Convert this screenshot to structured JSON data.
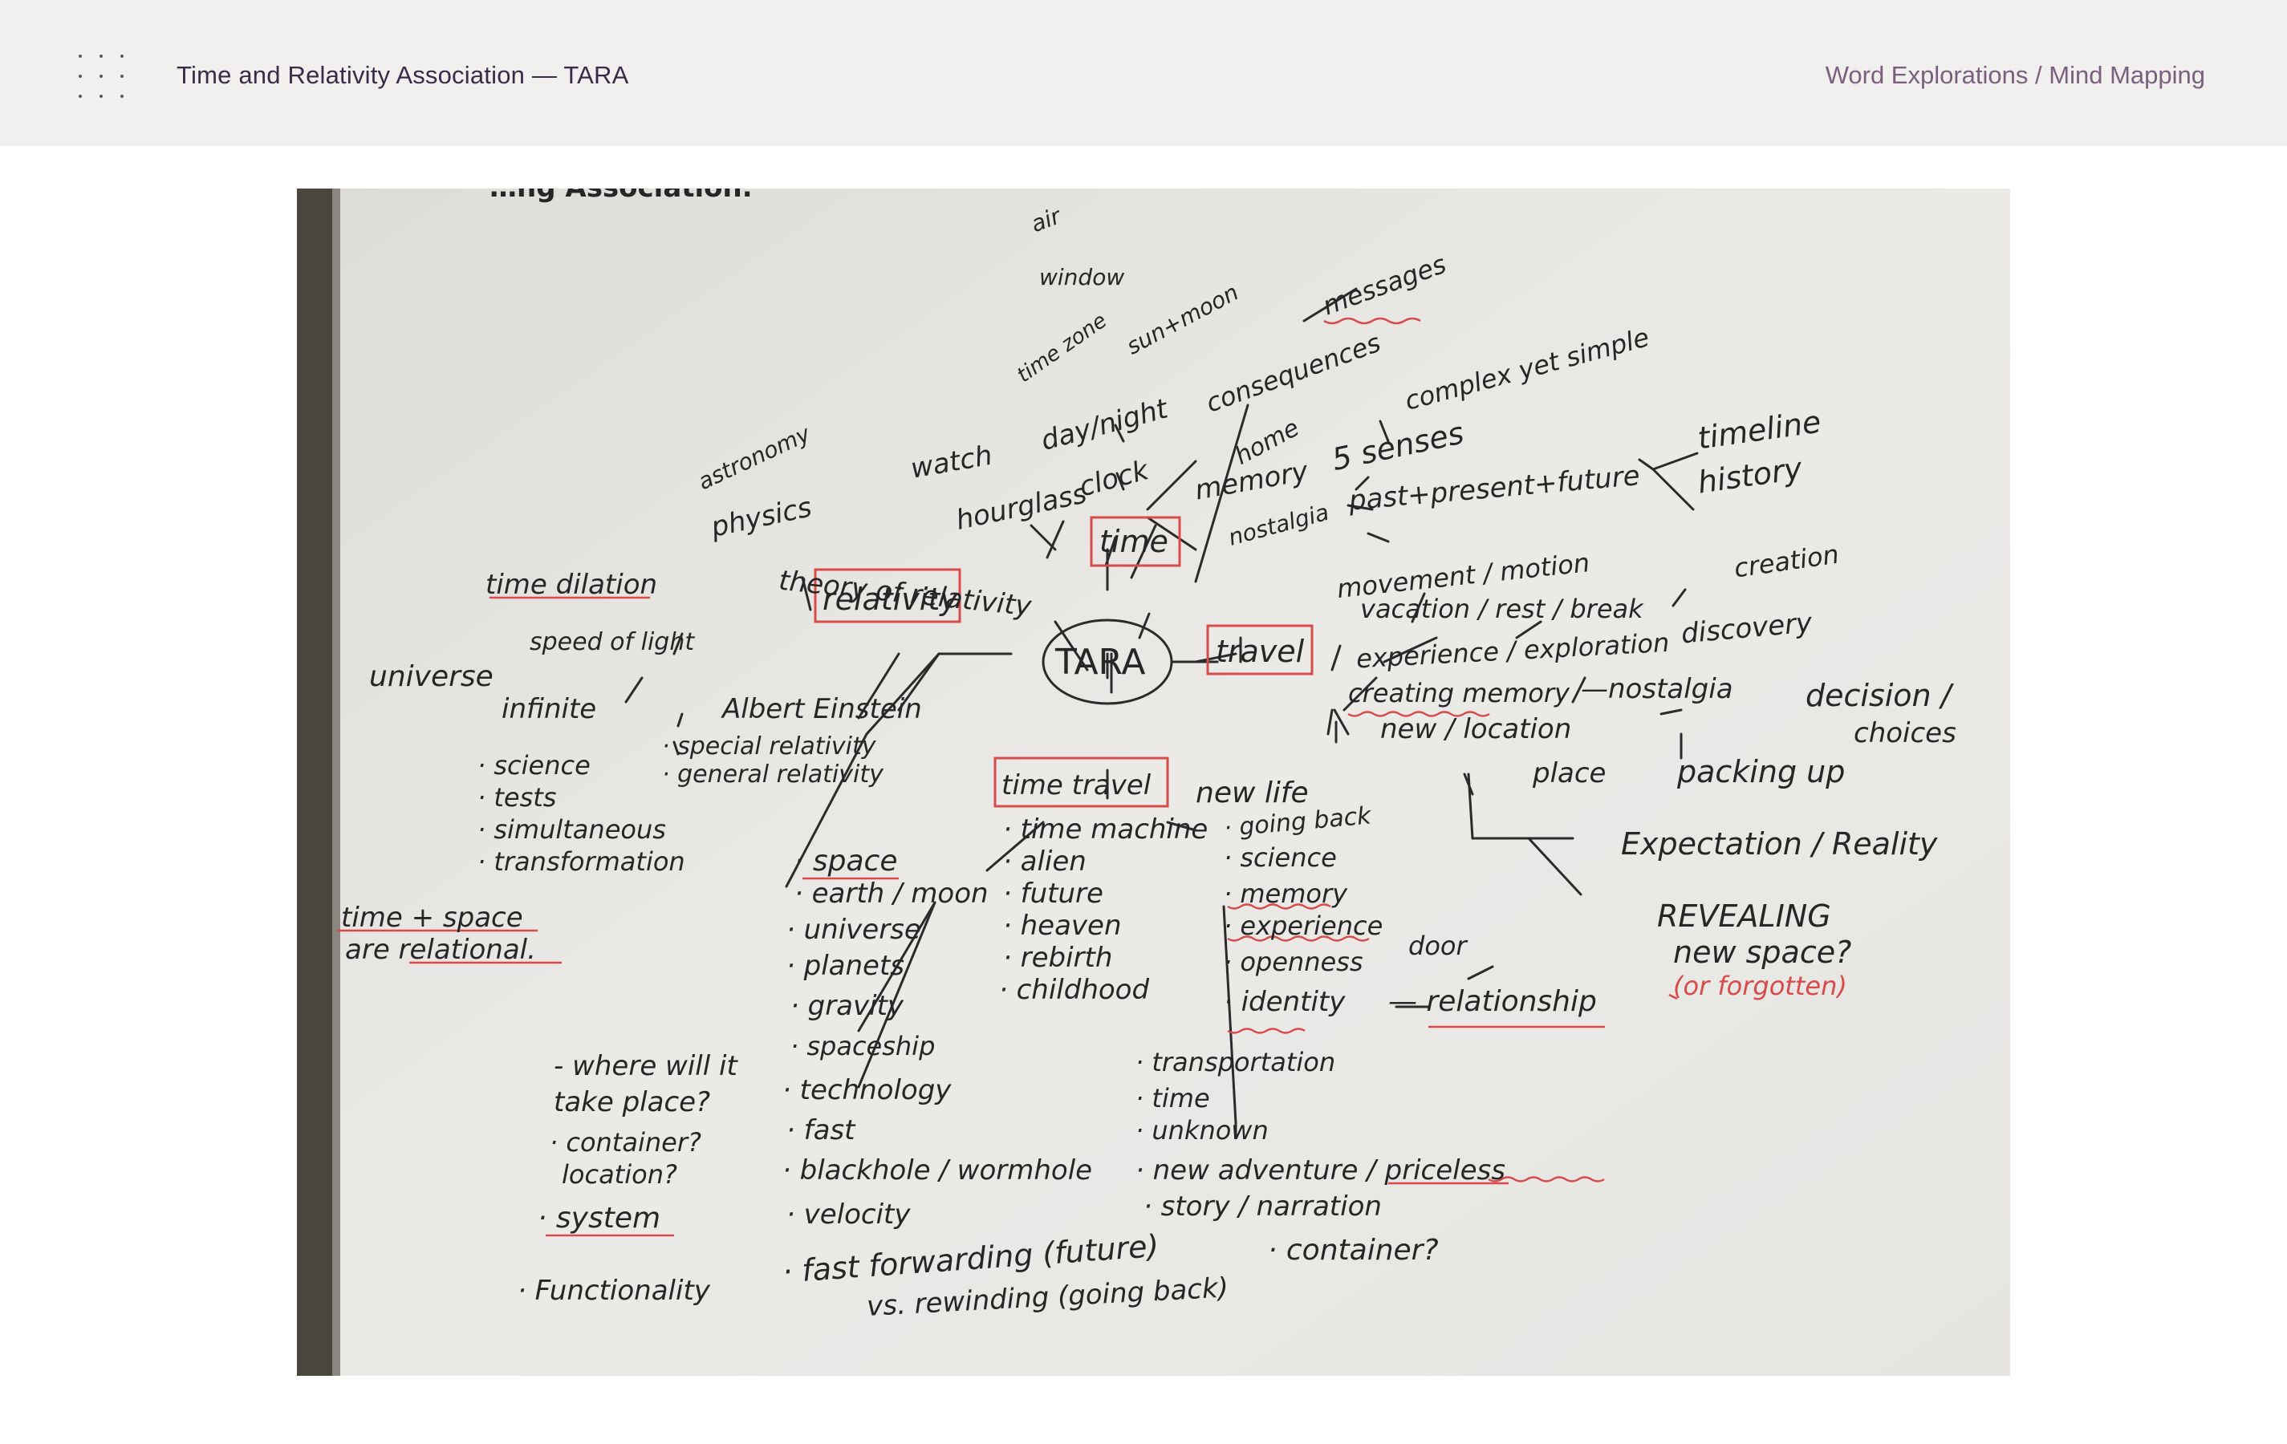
{
  "header": {
    "site_title": "Time and Relativity Association — TARA",
    "breadcrumb": {
      "section": "Word Explorations",
      "separator": "/",
      "page": "Mind Mapping"
    },
    "menu_icon": "grid-dots-icon"
  },
  "photo": {
    "kind": "photograph of a hand-drawn mind map",
    "center": "TARA",
    "hubs": {
      "time": "time",
      "relativity": "relativity",
      "travel": "travel",
      "time_travel": "time travel"
    },
    "words": {
      "top_fragment": "…ng Association.",
      "air": "air",
      "window": "window",
      "time_zone": "time zone",
      "sun_moon": "sun+moon",
      "day_night": "day/night",
      "messages": "messages",
      "consequences": "consequences",
      "complex": "complex yet simple",
      "astronomy": "astronomy",
      "watch": "watch",
      "clock": "clock",
      "hourglass": "hourglass",
      "home": "home",
      "five_senses": "5 senses",
      "memory": "memory",
      "nostalgia_top": "nostalgia",
      "past_present_future": "past+present+future",
      "timeline": "timeline",
      "history": "history",
      "physics": "physics",
      "theory": "theory of relativity",
      "time_dilation": "time dilation",
      "speed_of_light": "speed of light",
      "universe_left": "universe",
      "infinite": "infinite",
      "albert": "Albert Einstein",
      "special": "· special relativity",
      "general": "· general relativity",
      "science_l": "· science",
      "tests": "· tests",
      "simultaneous": "· simultaneous",
      "transformation": "· transformation",
      "time_space": "time + space",
      "are_relational": "are relational.",
      "movement": "movement / motion",
      "vacation": "vacation / rest / break",
      "experience": "experience / exploration",
      "creating_memory": "creating memory",
      "nostalgia_mid": "—nostalgia",
      "new_location": "new / location",
      "place": "place",
      "packing": "packing up",
      "creation": "creation",
      "discovery": "discovery",
      "decision": "decision /",
      "choices": "choices",
      "expectation": "Expectation / Reality",
      "revealing": "REVEALING",
      "new_space": "new space?",
      "or_forgotten": "(or forgotten)",
      "new_life": "new life",
      "going_back": "· going back",
      "science_r": "· science",
      "memory_r": "· memory",
      "experience_r": "· experience",
      "openness": "· openness",
      "door": "door",
      "identity": "· identity",
      "relationship": "— relationship",
      "time_machine": "· time machine",
      "alien": "· alien",
      "future": "· future",
      "heaven": "· heaven",
      "rebirth": "· rebirth",
      "childhood": "· childhood",
      "space": "· space",
      "earth_moon": "· earth / moon",
      "universe_b": "· universe",
      "planets": "· planets",
      "gravity": "· gravity",
      "spaceship": "· spaceship",
      "technology": "· technology",
      "fast": "· fast",
      "blackhole": "· blackhole / wormhole",
      "velocity": "· velocity",
      "fast_forwarding": "· fast forwarding (future)",
      "rewinding": "vs. rewinding (going back)",
      "where": "- where will it",
      "take_place": "take place?",
      "container_l": "· container?",
      "location_q": "location?",
      "system": "· system",
      "functionality": "· Functionality",
      "transportation": "· transportation",
      "time_b": "· time",
      "unknown": "· unknown",
      "new_adventure": "· new adventure / priceless",
      "story": "· story / narration",
      "container_r": "· container?"
    }
  }
}
